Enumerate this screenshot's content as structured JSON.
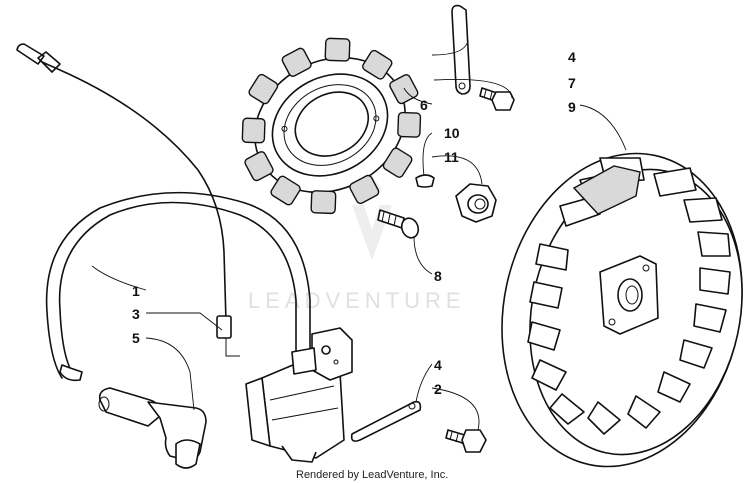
{
  "watermark": "LEADVENTURE",
  "footer": "Rendered by LeadVenture, Inc.",
  "callouts": {
    "c1": "1",
    "c2": "2",
    "c3": "3",
    "c4a": "4",
    "c4b": "4",
    "c5": "5",
    "c6": "6",
    "c7": "7",
    "c8": "8",
    "c9": "9",
    "c10": "10",
    "c11": "11"
  }
}
